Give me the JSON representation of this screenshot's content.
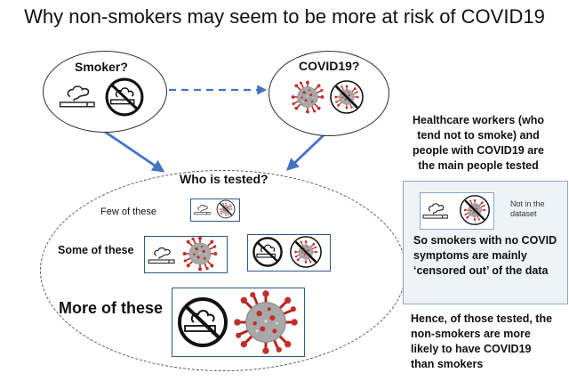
{
  "title": "Why non-smokers may seem to be more at risk of COVID19",
  "nodes": {
    "smoker": {
      "label": "Smoker?"
    },
    "covid": {
      "label": "COVID19?"
    },
    "tested": {
      "label": "Who is tested?"
    }
  },
  "rows": {
    "few": "Few of these",
    "some": "Some of these",
    "more": "More of these"
  },
  "right_panel": {
    "healthcare_note": "Healthcare workers (who tend not to smoke) and people with COVID19 are the main people tested",
    "not_in_dataset": "Not in the dataset",
    "censored_note": "So smokers with no COVID symptoms are mainly ‘censored out’ of the data",
    "conclusion": "Hence, of those tested, the non-smokers are more likely to have COVID19 than smokers"
  },
  "colors": {
    "arrow": "#4472c4",
    "virus_body": "#a8a8a8",
    "virus_spikes": "#b5231e",
    "ban": "#111111",
    "box_border": "#2b5a8a",
    "censor_fill": "#eef3fa"
  },
  "icons": [
    "cigarette-icon",
    "no-smoking-icon",
    "virus-icon",
    "crossed-virus-icon"
  ]
}
